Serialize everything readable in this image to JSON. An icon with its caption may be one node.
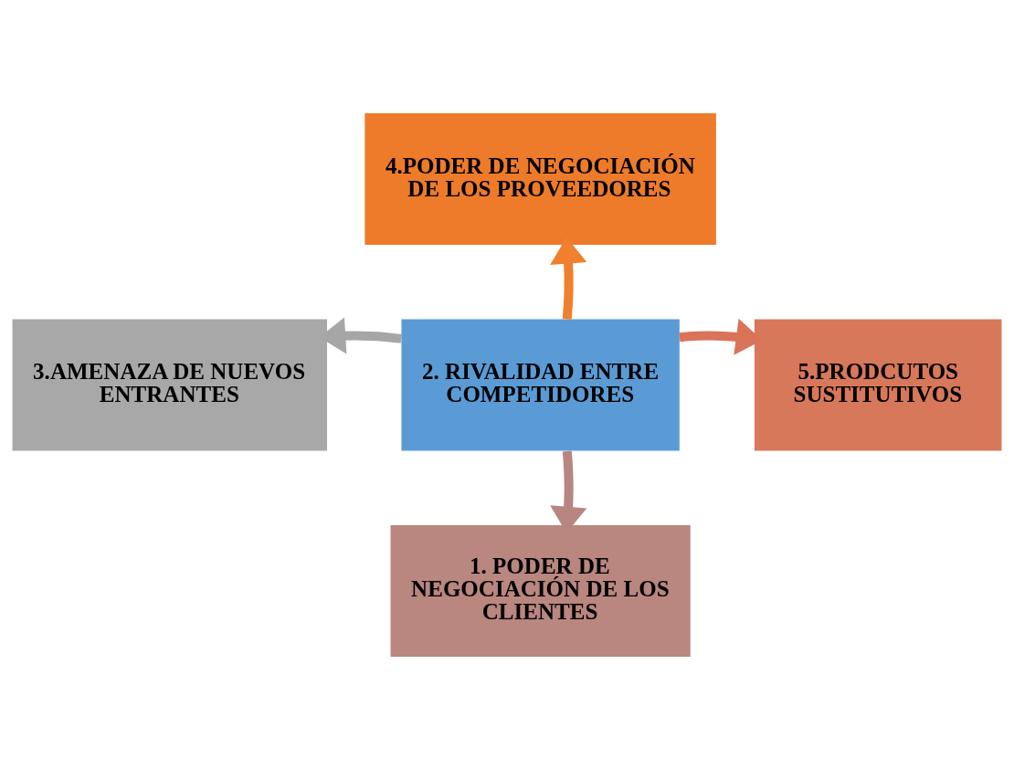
{
  "diagram": {
    "nodes": [
      {
        "text": [
          "4.PODER DE NEGOCIACIÓN DE LOS PROVEEDORES"
        ]
      },
      {
        "text": [
          "3.AMENAZA DE NUEVOS ENTRANTES"
        ]
      },
      {
        "text": [
          "2. RIVALIDAD ENTRE COMPETIDORES"
        ]
      },
      {
        "text": [
          "5.PRODCUTOS SUSTITUTIVOS"
        ]
      },
      {
        "text": [
          "1. PODER DE NEGOCIACIÓN DE LOS CLIENTES"
        ]
      }
    ],
    "edges": [
      {
        "from": 2,
        "to": 0,
        "arrow": "to",
        "color": "#f07f2e"
      },
      {
        "from": 2,
        "to": 1,
        "arrow": "to",
        "color": "#a6a6a6"
      },
      {
        "from": 2,
        "to": 3,
        "arrow": "to",
        "color": "#d9735a"
      },
      {
        "from": 2,
        "to": 4,
        "arrow": "to",
        "color": "#b88580"
      }
    ]
  }
}
